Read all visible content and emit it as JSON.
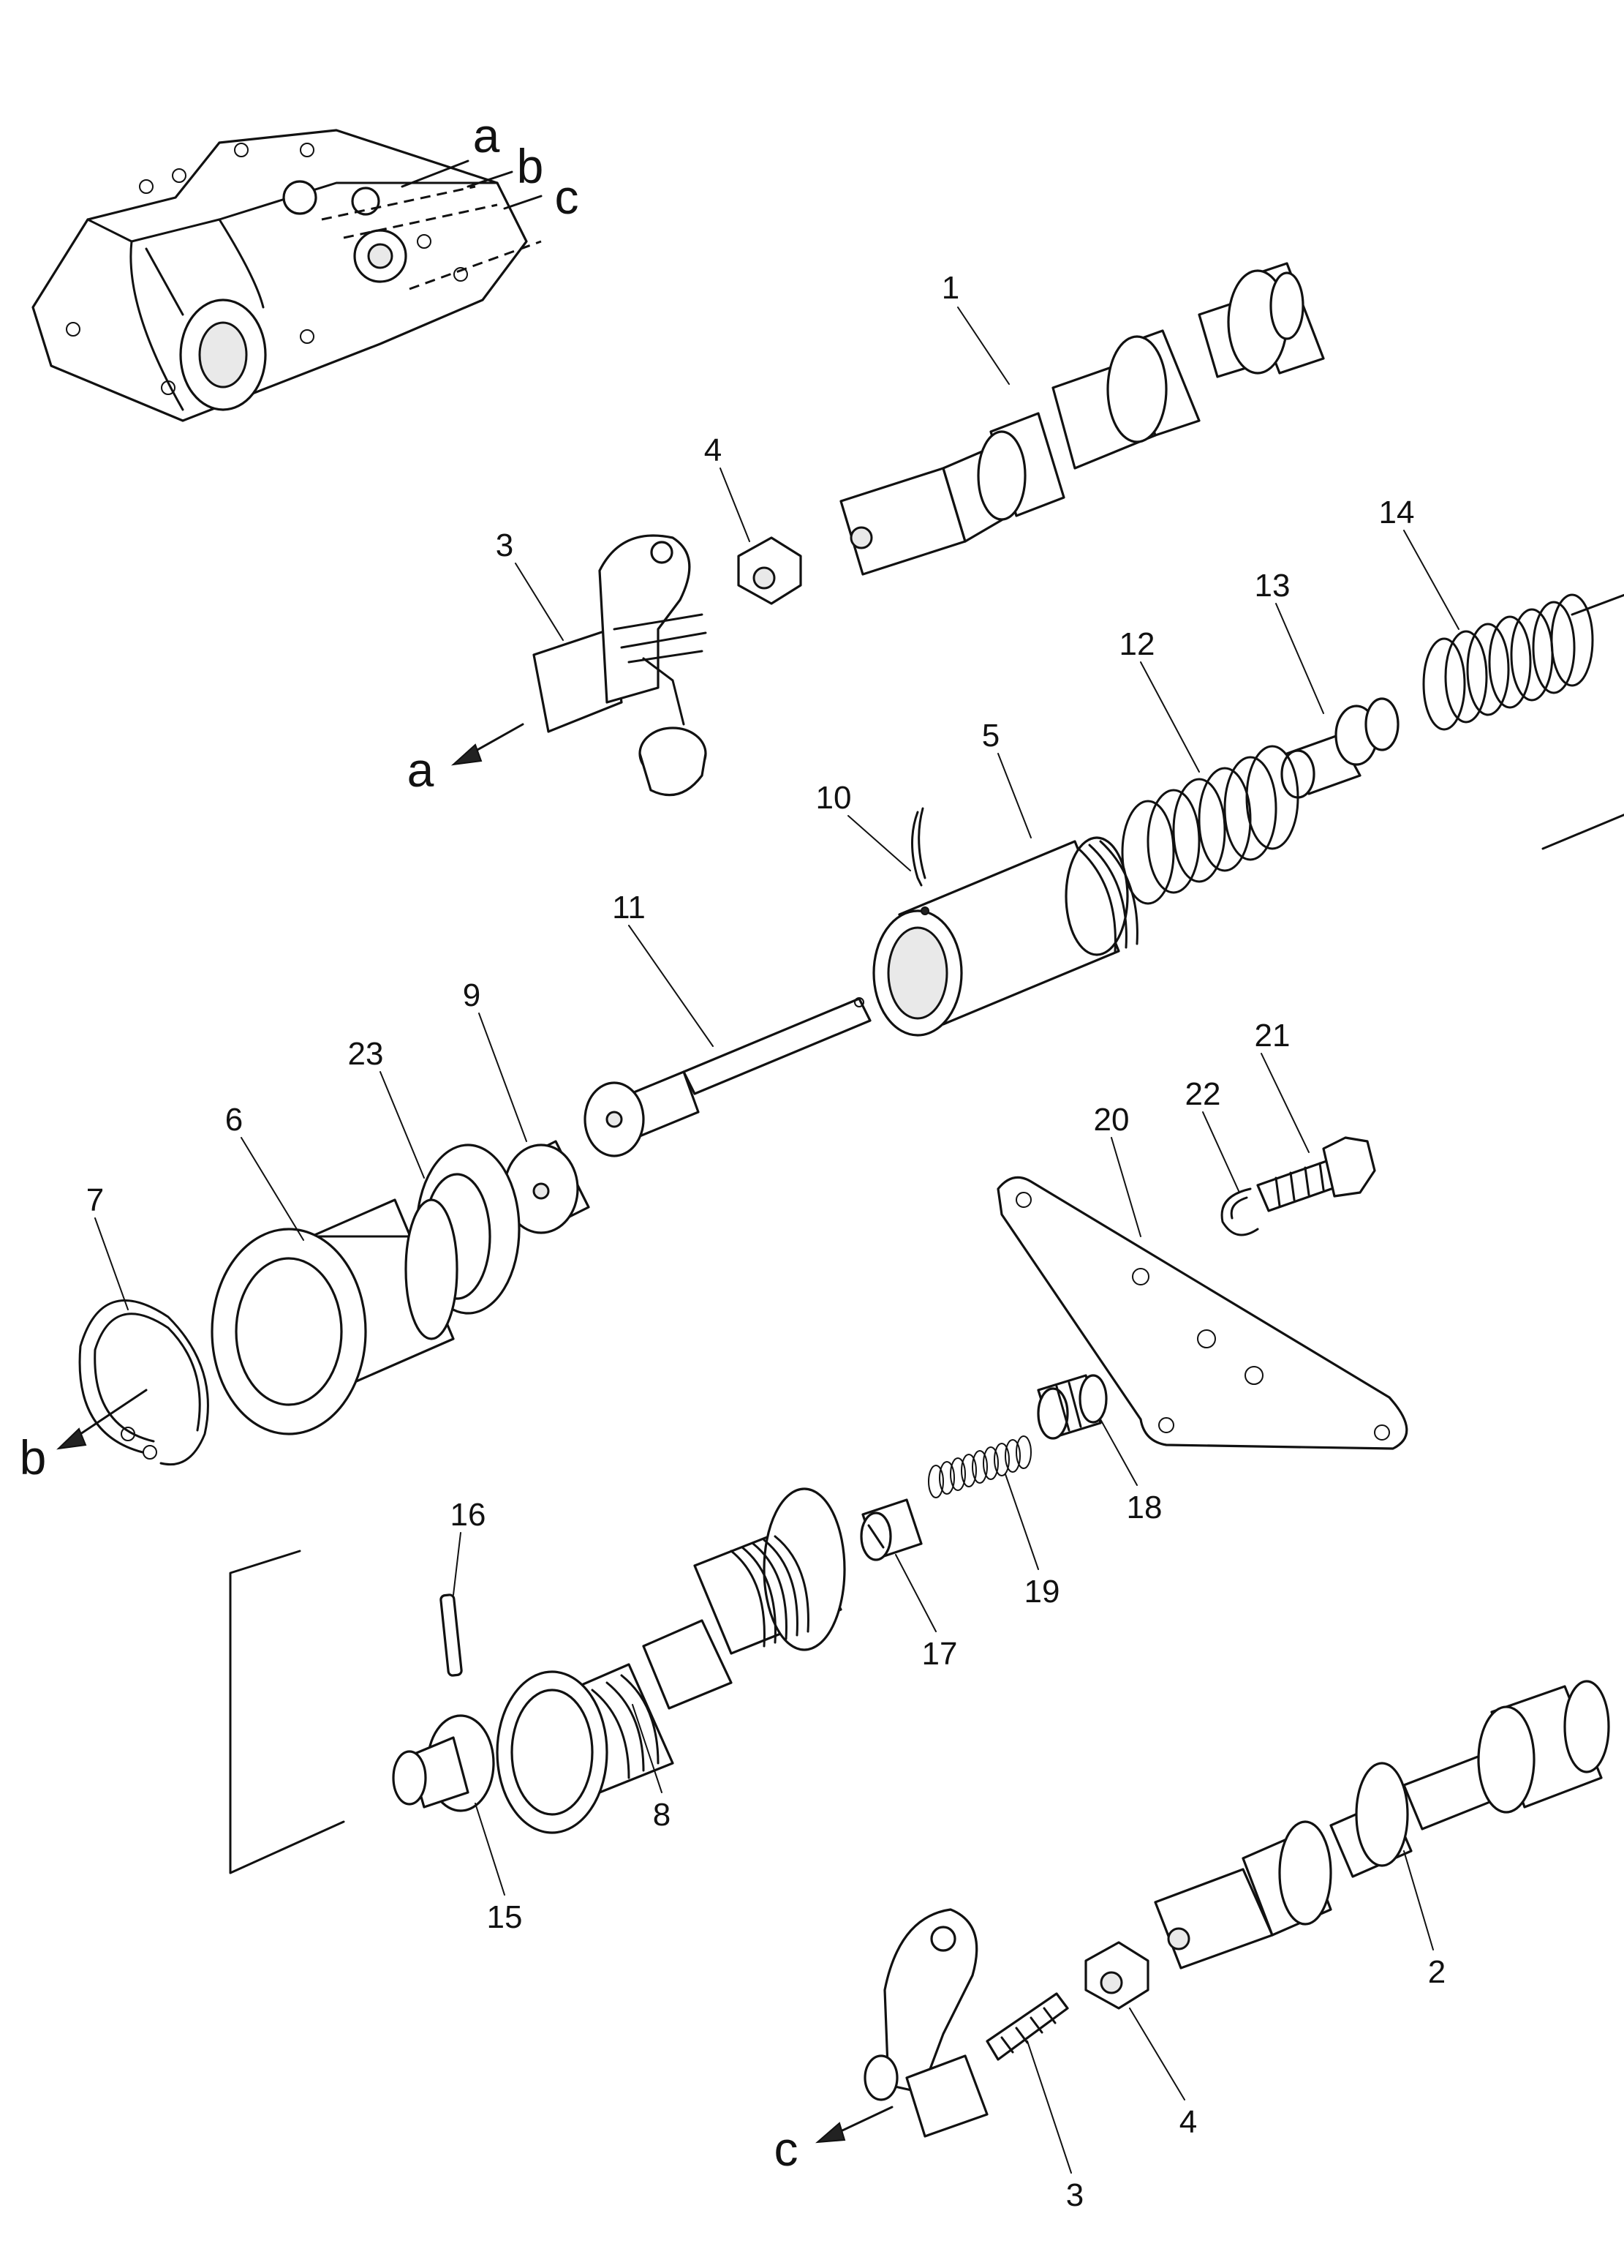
{
  "callouts": {
    "p1": "1",
    "p2": "2",
    "p3a": "3",
    "p3b": "3",
    "p4a": "4",
    "p4b": "4",
    "p5": "5",
    "p6": "6",
    "p7": "7",
    "p8": "8",
    "p9": "9",
    "p10": "10",
    "p11": "11",
    "p12": "12",
    "p13": "13",
    "p14": "14",
    "p15": "15",
    "p16": "16",
    "p17": "17",
    "p18": "18",
    "p19": "19",
    "p20": "20",
    "p21": "21",
    "p22": "22",
    "p23": "23"
  },
  "refs": {
    "a_top": "a",
    "b_top": "b",
    "c_top": "c",
    "a_arrow": "a",
    "b_arrow": "b",
    "c_arrow": "c"
  }
}
